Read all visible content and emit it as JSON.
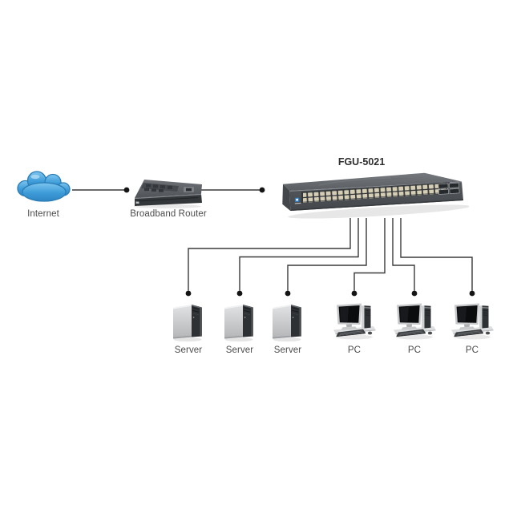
{
  "diagram": {
    "type": "network-topology",
    "nodes": {
      "internet": {
        "label": "Internet",
        "icon": "cloud-icon"
      },
      "router": {
        "label": "Broadband Router",
        "icon": "broadband-router-icon"
      },
      "switch": {
        "label": "FGU-5021",
        "icon": "switch-48port-icon",
        "ports_visible": 48,
        "uplink_slots": 4
      },
      "servers": [
        {
          "label": "Server",
          "icon": "server-tower-icon"
        },
        {
          "label": "Server",
          "icon": "server-tower-icon"
        },
        {
          "label": "Server",
          "icon": "server-tower-icon"
        }
      ],
      "pcs": [
        {
          "label": "PC",
          "icon": "desktop-pc-icon"
        },
        {
          "label": "PC",
          "icon": "desktop-pc-icon"
        },
        {
          "label": "PC",
          "icon": "desktop-pc-icon"
        }
      ]
    },
    "edges": [
      {
        "from": "internet",
        "to": "router"
      },
      {
        "from": "router",
        "to": "switch"
      },
      {
        "from": "switch",
        "to": "server-1"
      },
      {
        "from": "switch",
        "to": "server-2"
      },
      {
        "from": "switch",
        "to": "server-3"
      },
      {
        "from": "switch",
        "to": "pc-1"
      },
      {
        "from": "switch",
        "to": "pc-2"
      },
      {
        "from": "switch",
        "to": "pc-3"
      }
    ],
    "colors": {
      "background": "#ffffff",
      "cloud_blue": "#3d9bd8",
      "cloud_outline": "#2a7cb5",
      "chassis_gray": "#53575b",
      "port_beige": "#d6ceb4",
      "line": "#3a3a3a",
      "dot": "#141414",
      "label_text": "#4b4b4b"
    }
  }
}
